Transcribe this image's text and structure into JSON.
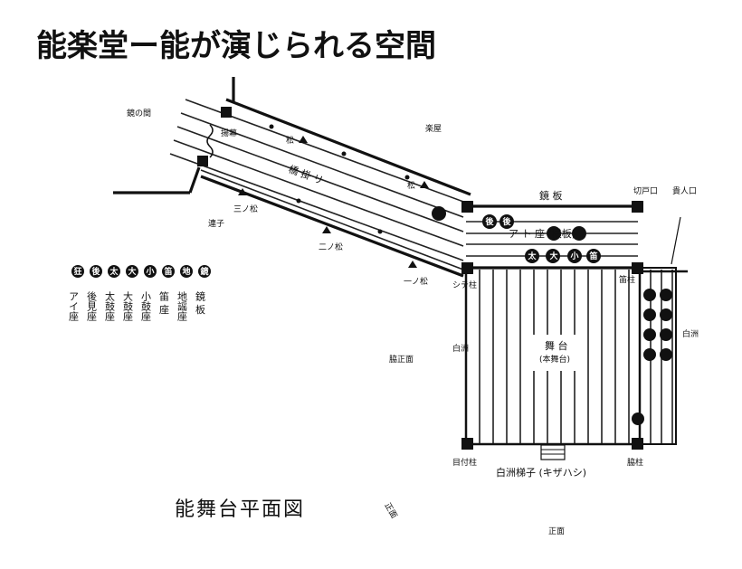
{
  "title": "能楽堂ー能が演じられる空間",
  "caption": "能舞台平面図",
  "stage": {
    "main_label": "舞 台",
    "main_sub": "(本舞台)",
    "hashigakari": "橋 掛 リ",
    "atoza": "ア ト 座 (横板)",
    "kagamiita": "鏡 板",
    "kirido": "切戸口",
    "kinin_guchi": "貴人口",
    "shirasu_hashi": "白洲梯子 (キザハシ)",
    "shirasu_left": "白洲",
    "shirasu_right": "白洲",
    "jiutai": "地謡座",
    "gakuya": "楽屋",
    "kagami_no_ma": "鏡の間",
    "agemaku": "揚幕",
    "renji": "連子",
    "front_seats": "脇正面",
    "kizahashi_label": "正面",
    "bottom_right_label": "正面"
  },
  "pillars": {
    "shite": "シテ柱",
    "fue": "笛柱",
    "waki": "脇柱",
    "metsuke": "目付柱"
  },
  "pines": {
    "first": "一ノ松",
    "second": "二ノ松",
    "third": "三ノ松",
    "matsu_a": "松",
    "matsu_b": "松"
  },
  "musicians": {
    "hue": "笛",
    "kotsuzumi": "小",
    "otsuzumi": "大",
    "taiko": "太",
    "koken_a": "後",
    "koken_b": "後"
  },
  "legend": [
    {
      "mark": "鏡",
      "label": "鏡 板"
    },
    {
      "mark": "地",
      "label": "地謡座"
    },
    {
      "mark": "笛",
      "label": "笛 座"
    },
    {
      "mark": "小",
      "label": "小鼓座"
    },
    {
      "mark": "大",
      "label": "大鼓座"
    },
    {
      "mark": "太",
      "label": "太鼓座"
    },
    {
      "mark": "後",
      "label": "後見座"
    },
    {
      "mark": "狂",
      "label": "アイ座"
    }
  ]
}
